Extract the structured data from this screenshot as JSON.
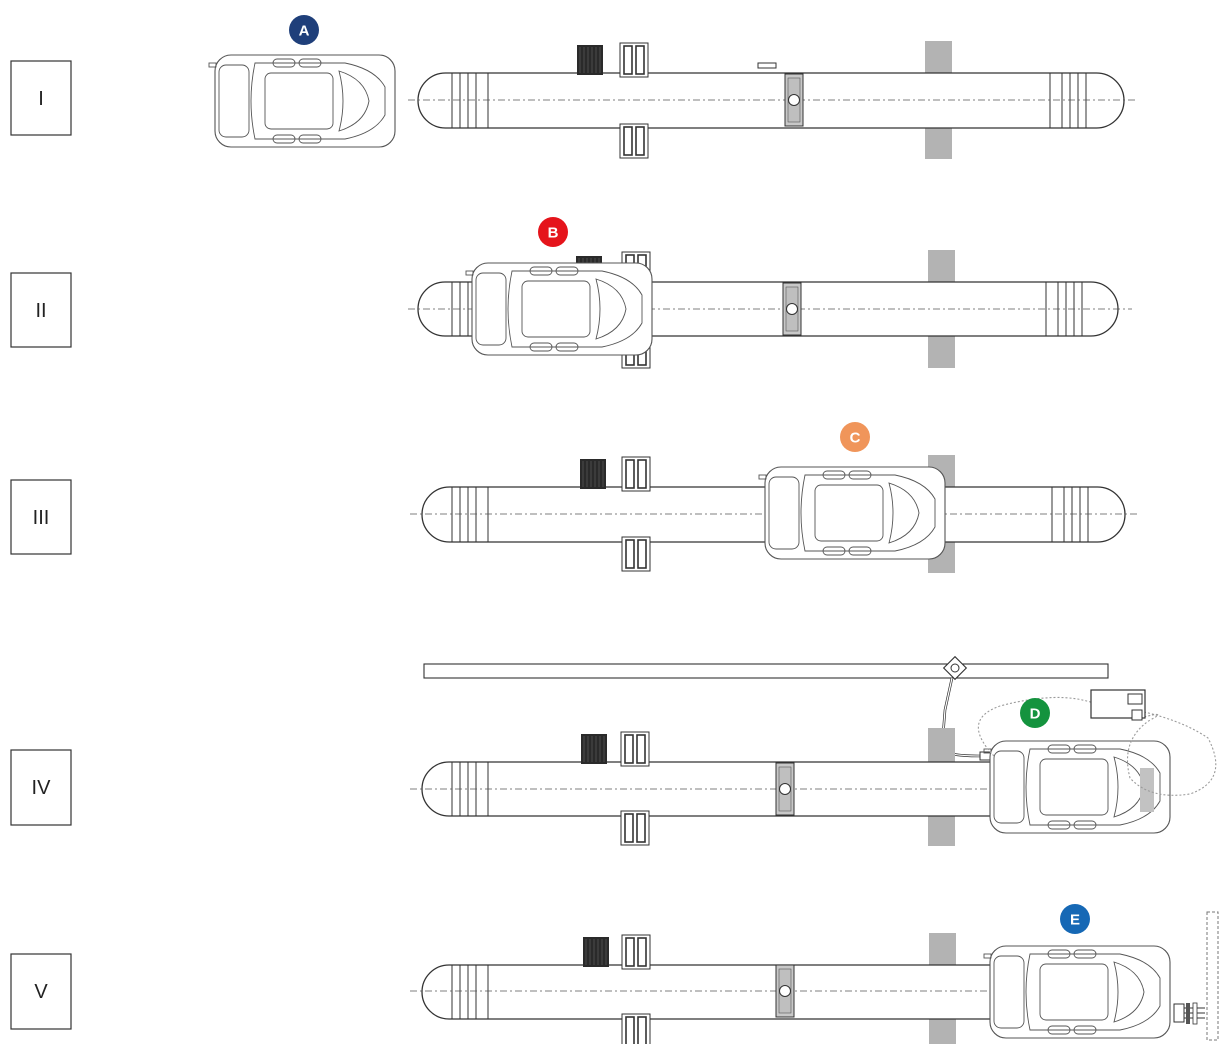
{
  "stages": [
    {
      "label": "I"
    },
    {
      "label": "II"
    },
    {
      "label": "III"
    },
    {
      "label": "IV"
    },
    {
      "label": "V"
    }
  ],
  "markers": [
    {
      "letter": "A",
      "color": "#1f3f7a"
    },
    {
      "letter": "B",
      "color": "#e5141b"
    },
    {
      "letter": "C",
      "color": "#f0955a"
    },
    {
      "letter": "D",
      "color": "#14933e"
    },
    {
      "letter": "E",
      "color": "#1668b5"
    }
  ],
  "colors": {
    "outline": "#333333",
    "grey_block": "#b3b3b3",
    "dark_block": "#2a2a2a"
  }
}
